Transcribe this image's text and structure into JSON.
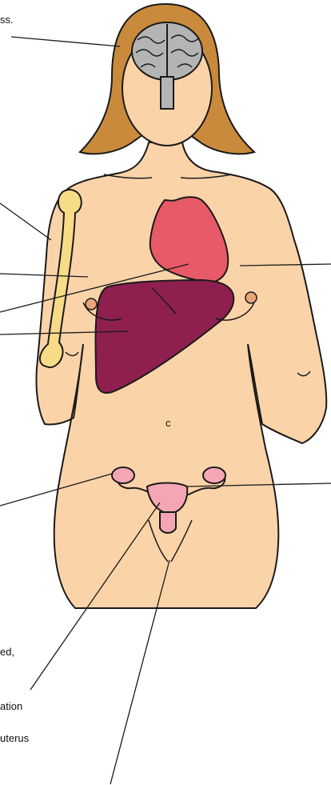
{
  "labels": {
    "brain_fragment": "ss.",
    "bottom_fragment_1": "ed,",
    "bottom_fragment_2": "ation",
    "bottom_fragment_3": "uterus",
    "navel_mark": "c"
  },
  "colors": {
    "skin": "#fbd3a8",
    "outline": "#1a1a1a",
    "hair": "#c98a3c",
    "brain": "#b4b4b4",
    "heart": "#e85a68",
    "liver": "#8e1f4f",
    "bone": "#f6dc86",
    "reproductive": "#f4a6b4",
    "nipple": "#e8a47a"
  },
  "icons": [
    "brain-icon",
    "heart-icon",
    "liver-icon",
    "femur-bone-icon",
    "uterus-icon"
  ]
}
